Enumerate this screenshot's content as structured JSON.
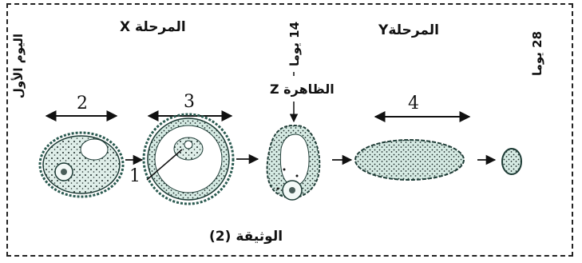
{
  "labels": {
    "day_first": "اليوم الأول",
    "phase_x": "المرحلة X",
    "day_14": "14 يوما",
    "phase_y": "المرحلةY",
    "day_28": "28 يوما",
    "phenomenon_z": "الظاهرة Z",
    "document_caption": "الوثيقة (2)"
  },
  "numbers": {
    "n1": "1",
    "n2": "2",
    "n3": "3",
    "n4": "4"
  }
}
